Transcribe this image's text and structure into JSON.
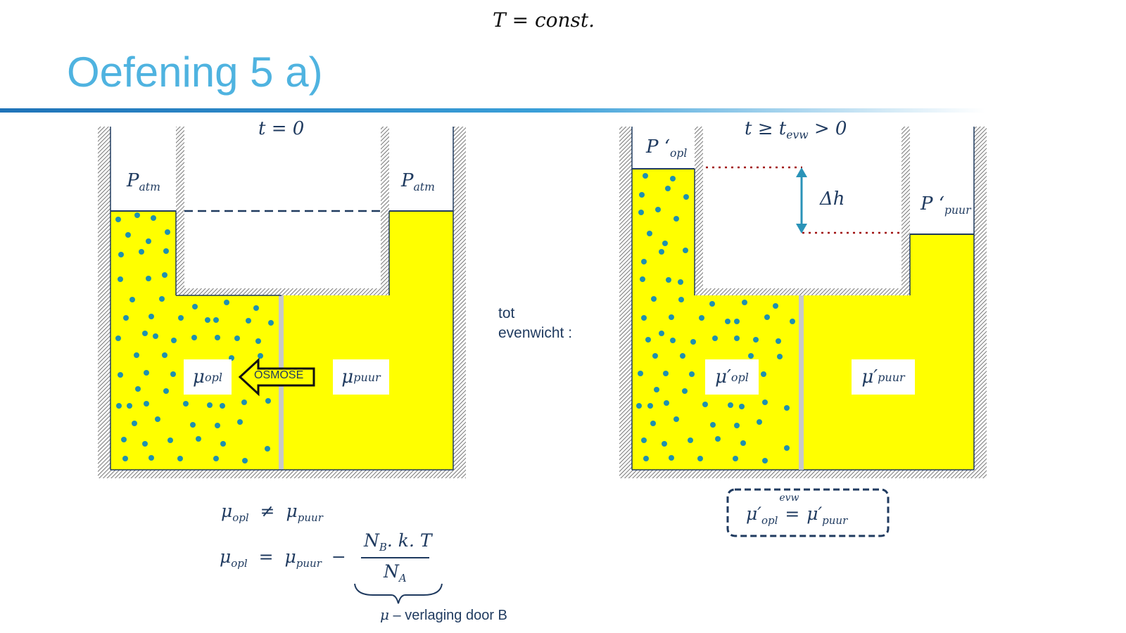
{
  "slide": {
    "title": "Oefening 5 a)",
    "top_formula": "T = const."
  },
  "left_diagram": {
    "time_label": "t = 0",
    "pressure_left": "P",
    "pressure_left_sub": "atm",
    "pressure_right": "P",
    "pressure_right_sub": "atm",
    "mu_left": "μ",
    "mu_left_sub": "opl",
    "mu_right": "μ",
    "mu_right_sub": "puur",
    "osmose_label": "OSMOSE",
    "colors": {
      "solution": "#ffff00",
      "particle": "#1e90b0",
      "wall_hatch": "#555555",
      "membrane": "#c8c8c8",
      "arrow_fill": "#ffff00",
      "arrow_stroke": "#111111"
    }
  },
  "middle": {
    "line1": "tot",
    "line2": "evenwicht  :"
  },
  "right_diagram": {
    "time_label": "t ≥ t",
    "time_label_sub": "evw",
    "time_label_tail": "> 0",
    "pressure_left": "P ‘",
    "pressure_left_sub": "opl",
    "pressure_right": "P ‘",
    "pressure_right_sub": "puur",
    "delta_h": "Δh",
    "mu_left": "μ′",
    "mu_left_sub": "opl",
    "mu_right": "μ′",
    "mu_right_sub": "puur",
    "colors": {
      "dotted_line": "#a01010",
      "delta_arrow": "#2a93b8"
    }
  },
  "equations": {
    "eq1_lhs": "μ",
    "eq1_lhs_sub": "opl",
    "eq1_op": "≠",
    "eq1_rhs": "μ",
    "eq1_rhs_sub": "puur",
    "eq2_lhs": "μ",
    "eq2_lhs_sub": "opl",
    "eq2_eq": "=",
    "eq2_rhs": "μ",
    "eq2_rhs_sub": "puur",
    "eq2_minus": "−",
    "fraction_num": "N",
    "fraction_num_sub": "B",
    "fraction_num_tail": ". k. T",
    "fraction_den": "N",
    "fraction_den_sub": "A",
    "brace_note_mu": "μ",
    "brace_note_text": " – verlaging door B"
  },
  "equilibrium_box": {
    "lhs": "μ′",
    "lhs_sub": "opl",
    "over": "evw",
    "eq": "=",
    "rhs": "μ′",
    "rhs_sub": "puur",
    "border_color": "#1f3a5f"
  }
}
